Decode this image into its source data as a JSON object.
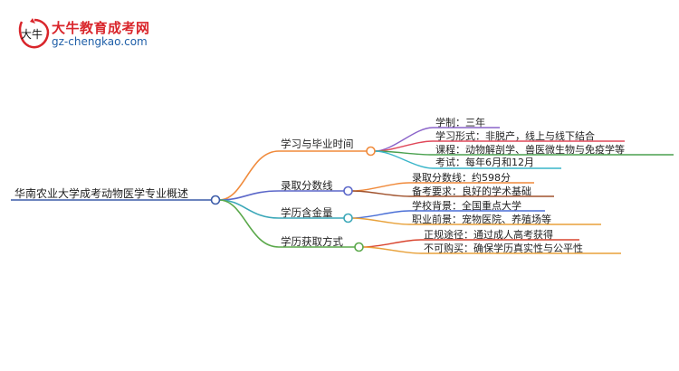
{
  "logo": {
    "icon_name": "dani-logo-icon",
    "glyph": "大牛",
    "title": "大牛教育成考网",
    "url": "gz-chengkao.com"
  },
  "mindmap": {
    "root": "华南农业大学成考动物医学专业概述",
    "branches": [
      {
        "label": "学习与毕业时间",
        "color": "#f08a3b",
        "leaves": [
          {
            "text": "学制：三年",
            "color": "#8a63c9"
          },
          {
            "text": "学习形式：非脱产，线上与线下结合",
            "color": "#e0485a"
          },
          {
            "text": "课程：动物解剖学、兽医微生物与免疫学等",
            "color": "#4aa14f"
          },
          {
            "text": "考试：每年6月和12月",
            "color": "#39b5c9"
          }
        ]
      },
      {
        "label": "录取分数线",
        "color": "#5b67c9",
        "leaves": [
          {
            "text": "录取分数线：约598分",
            "color": "#f08a3b"
          },
          {
            "text": "备考要求：良好的学术基础",
            "color": "#a0522d"
          }
        ]
      },
      {
        "label": "学历含金量",
        "color": "#3aa7b8",
        "leaves": [
          {
            "text": "学校背景：全国重点大学",
            "color": "#4a6fd6"
          },
          {
            "text": "职业前景：宠物医院、养殖场等",
            "color": "#e8a13a"
          }
        ]
      },
      {
        "label": "学历获取方式",
        "color": "#5aa84a",
        "leaves": [
          {
            "text": "正规途径：通过成人高考获得",
            "color": "#d9452f"
          },
          {
            "text": "不可购买：确保学历真实性与公平性",
            "color": "#e8a13a"
          }
        ]
      }
    ]
  }
}
